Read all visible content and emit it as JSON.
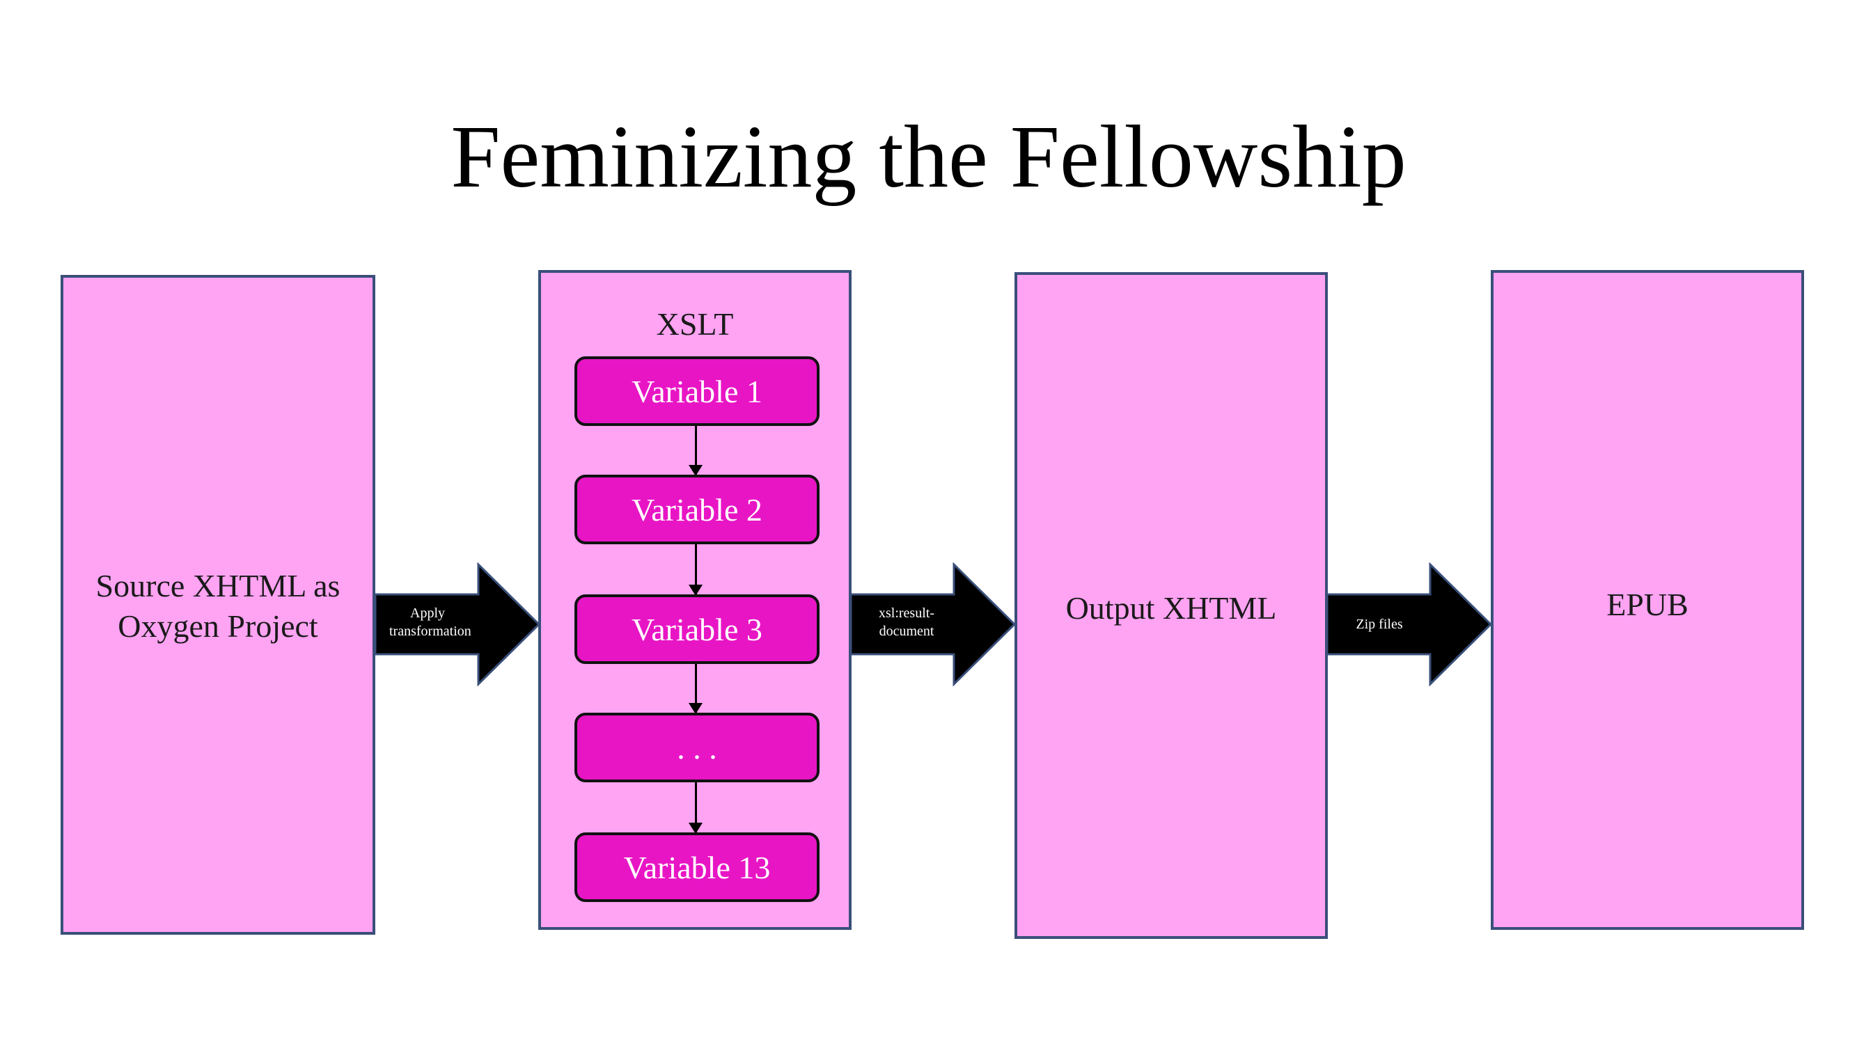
{
  "title": "Feminizing the Fellowship",
  "colors": {
    "box_fill": "#ffa3f3",
    "box_border": "#3a4f7a",
    "variable_fill": "#e815c5",
    "arrow_fill": "#000000"
  },
  "boxes": {
    "source": {
      "label": "Source XHTML as Oxygen Project"
    },
    "xslt": {
      "label": "XSLT"
    },
    "output": {
      "label": "Output XHTML"
    },
    "epub": {
      "label": "EPUB"
    }
  },
  "variables": [
    {
      "label": "Variable 1"
    },
    {
      "label": "Variable 2"
    },
    {
      "label": "Variable 3"
    },
    {
      "label": ". . ."
    },
    {
      "label": "Variable 13"
    }
  ],
  "arrows": [
    {
      "label": "Apply transformation"
    },
    {
      "label": "xsl:result-document"
    },
    {
      "label": "Zip files"
    }
  ]
}
